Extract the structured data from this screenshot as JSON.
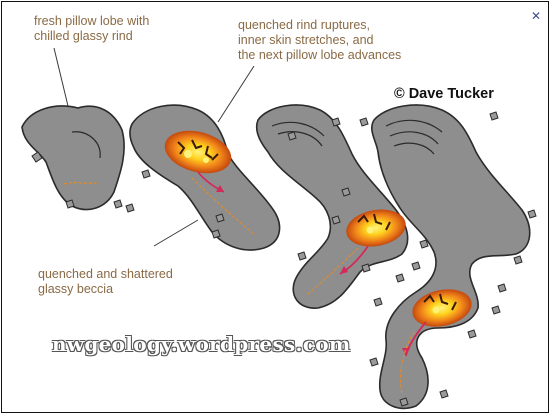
{
  "labels": {
    "fresh_lobe": [
      "fresh pillow lobe with",
      "chilled glassy rind"
    ],
    "rupture": [
      "quenched rind ruptures,",
      "inner skin stretches, and",
      "the next pillow lobe advances"
    ],
    "breccia": [
      "quenched and shattered",
      "glassy beccia"
    ]
  },
  "credit": "© Dave Tucker",
  "watermark": "nwgeology.wordpress.com",
  "close_icon": "close-icon",
  "colors": {
    "lobe_fill": "#8e8e8e",
    "lobe_stroke": "#2b2b2b",
    "magma_orange": "#f08a1c",
    "magma_yellow": "#ffe64a",
    "magma_dark": "#3a1a08",
    "flow_arrow": "#d42a5a",
    "label_text": "#8a6a45"
  }
}
